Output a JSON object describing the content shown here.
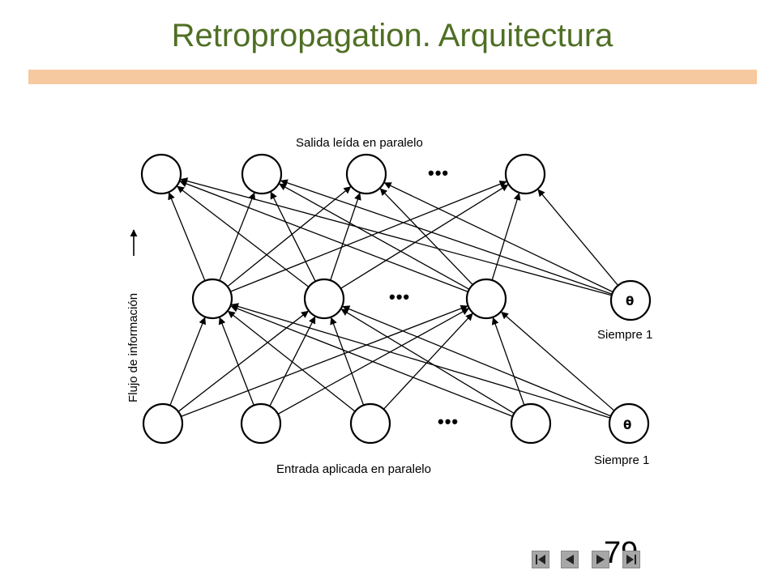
{
  "slide": {
    "title": "Retropropagation. Arquitectura",
    "page_number": "79"
  },
  "diagram": {
    "output_label": "Salida leída en paralelo",
    "input_label": "Entrada aplicada en paralelo",
    "flow_label": "Flujo de información",
    "bias_label_hidden": "Siempre 1",
    "bias_label_input": "Siempre 1",
    "bias_symbol": "θ",
    "ellipsis": "•••"
  },
  "nav": {
    "icons": [
      "nav-first-icon",
      "nav-prev-icon",
      "nav-next-icon",
      "nav-last-icon"
    ]
  }
}
